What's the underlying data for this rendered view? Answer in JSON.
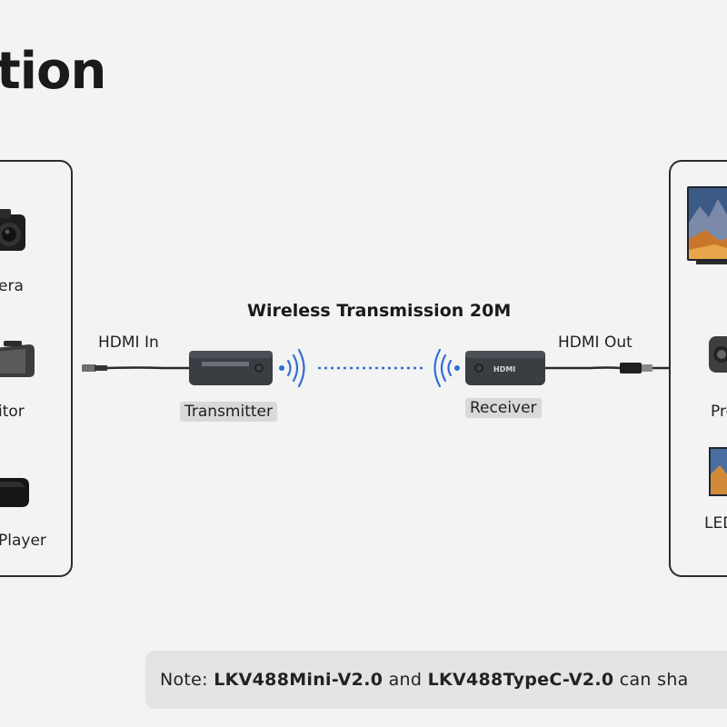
{
  "header": {
    "title": "tion"
  },
  "source_panel": {
    "items": [
      {
        "label": "era",
        "icon": "camera-icon"
      },
      {
        "label": "itor",
        "icon": "monitor-icon"
      },
      {
        "label": "Player",
        "icon": "media-player-icon"
      }
    ]
  },
  "display_panel": {
    "items": [
      {
        "label": "",
        "icon": "tv-icon"
      },
      {
        "label": "Pro",
        "icon": "projector-icon"
      },
      {
        "label": "LED",
        "icon": "led-display-icon"
      }
    ]
  },
  "diagram": {
    "wireless_title": "Wireless Transmission 20M",
    "hdmi_in_label": "HDMI In",
    "hdmi_out_label": "HDMI Out",
    "transmitter_label": "Transmitter",
    "receiver_label": "Receiver",
    "receiver_device_marking": "HDMI"
  },
  "note": {
    "prefix": "Note: ",
    "model_1": "LKV488Mini-V2.0",
    "middle": " and ",
    "model_2": "LKV488TypeC-V2.0",
    "suffix": " can sha"
  },
  "colors": {
    "background": "#f3f3f3",
    "panel_border": "#2b2b2b",
    "signal_blue": "#2f6fd6",
    "device_body": "#3a3d42",
    "note_box": "#e4e4e4"
  }
}
